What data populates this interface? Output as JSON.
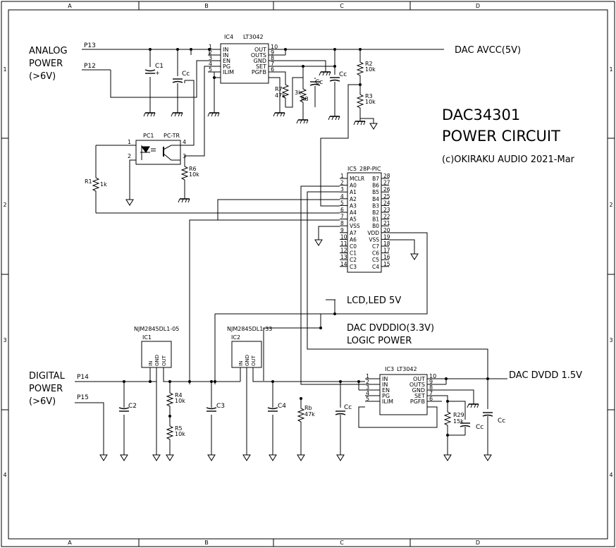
{
  "border": {
    "cols": [
      "A",
      "B",
      "C",
      "D"
    ],
    "rows": [
      "1",
      "2",
      "3",
      "4"
    ]
  },
  "title": {
    "line1": "DAC34301",
    "line2": "POWER CIRCUIT",
    "credit": "(c)OKIRAKU AUDIO 2021-Mar"
  },
  "labels": {
    "analog_power": [
      "ANALOG",
      "POWER",
      "(>6V)"
    ],
    "digital_power": [
      "DIGITAL",
      "POWER",
      "(>6V)"
    ],
    "dac_avcc": "DAC AVCC(5V)",
    "lcd_led": "LCD,LED 5V",
    "dac_dvddio": "DAC DVDDIO(3.3V)",
    "logic_power": "LOGIC POWER",
    "dac_dvdd": "DAC DVDD 1.5V"
  },
  "ports": {
    "p13": "P13",
    "p12": "P12",
    "p14": "P14",
    "p15": "P15"
  },
  "ic4": {
    "ref": "IC4",
    "part": "LT3042",
    "left_pins": [
      {
        "num": "1",
        "name": "IN"
      },
      {
        "num": "2",
        "name": "IN"
      },
      {
        "num": "3",
        "name": "EN"
      },
      {
        "num": "4",
        "name": "PG"
      },
      {
        "num": "5",
        "name": "ILIM"
      }
    ],
    "right_pins": [
      {
        "num": "10",
        "name": "OUT"
      },
      {
        "num": "9",
        "name": "OUTS"
      },
      {
        "num": "8",
        "name": "GND"
      },
      {
        "num": "7",
        "name": "SET"
      },
      {
        "num": "6",
        "name": "PGFB"
      }
    ]
  },
  "ic3": {
    "ref": "IC3",
    "part": "LT3042",
    "left_pins": [
      {
        "num": "1",
        "name": "IN"
      },
      {
        "num": "2",
        "name": "IN"
      },
      {
        "num": "3",
        "name": "EN"
      },
      {
        "num": "4",
        "name": "PG"
      },
      {
        "num": "5",
        "name": "ILIM"
      }
    ],
    "right_pins": [
      {
        "num": "10",
        "name": "OUT"
      },
      {
        "num": "9",
        "name": "OUTS"
      },
      {
        "num": "8",
        "name": "GND"
      },
      {
        "num": "7",
        "name": "SET"
      },
      {
        "num": "6",
        "name": "PGFB"
      }
    ]
  },
  "ic5": {
    "ref": "IC5",
    "part": "28P-PIC",
    "left_pins": [
      {
        "num": "1",
        "name": "MCLR"
      },
      {
        "num": "2",
        "name": "A0"
      },
      {
        "num": "3",
        "name": "A1"
      },
      {
        "num": "4",
        "name": "A2"
      },
      {
        "num": "5",
        "name": "A3"
      },
      {
        "num": "6",
        "name": "A4"
      },
      {
        "num": "7",
        "name": "A5"
      },
      {
        "num": "8",
        "name": "VSS"
      },
      {
        "num": "9",
        "name": "A7"
      },
      {
        "num": "10",
        "name": "A6"
      },
      {
        "num": "11",
        "name": "C0"
      },
      {
        "num": "12",
        "name": "C1"
      },
      {
        "num": "13",
        "name": "C2"
      },
      {
        "num": "14",
        "name": "C3"
      }
    ],
    "right_pins": [
      {
        "num": "28",
        "name": "B7"
      },
      {
        "num": "27",
        "name": "B6"
      },
      {
        "num": "26",
        "name": "B5"
      },
      {
        "num": "25",
        "name": "B4"
      },
      {
        "num": "24",
        "name": "B3"
      },
      {
        "num": "23",
        "name": "B2"
      },
      {
        "num": "22",
        "name": "B1"
      },
      {
        "num": "21",
        "name": "B0"
      },
      {
        "num": "20",
        "name": "VDD"
      },
      {
        "num": "19",
        "name": "VSS"
      },
      {
        "num": "18",
        "name": "C7"
      },
      {
        "num": "17",
        "name": "C6"
      },
      {
        "num": "16",
        "name": "C5"
      },
      {
        "num": "15",
        "name": "C4"
      }
    ]
  },
  "ic1": {
    "part": "NJM2845DL1-05",
    "ref": "IC1",
    "pins": [
      "IN",
      "GND",
      "OUT"
    ]
  },
  "ic2": {
    "part": "NJM2845DL1-33",
    "ref": "IC2",
    "pins": [
      "IN",
      "GND",
      "OUT"
    ]
  },
  "pc1": {
    "ref": "PC1",
    "part": "PC-TR",
    "pins": [
      "1",
      "2",
      "3",
      "4"
    ]
  },
  "parts": {
    "c1": "C1",
    "cc_a": "Cc",
    "cc_b": "Cc",
    "cc_c": "Cc",
    "r7": "R7",
    "r7v": "47k",
    "r8": "R8",
    "r8v": "3k",
    "r2": "R2",
    "r2v": "10k",
    "r3": "R3",
    "r3v": "10k",
    "r1": "R1",
    "r1v": "1k",
    "r6": "R6",
    "r6v": "10k",
    "c2": "C2",
    "r4": "R4",
    "r4v": "10k",
    "r5": "R5",
    "r5v": "10k",
    "c3": "C3",
    "c4": "C4",
    "rb": "Rb",
    "rbv": "47k",
    "cc_d": "Cc",
    "r29": "R29",
    "r29v": "15k",
    "cc_e": "Cc",
    "cc_f": "Cc"
  }
}
